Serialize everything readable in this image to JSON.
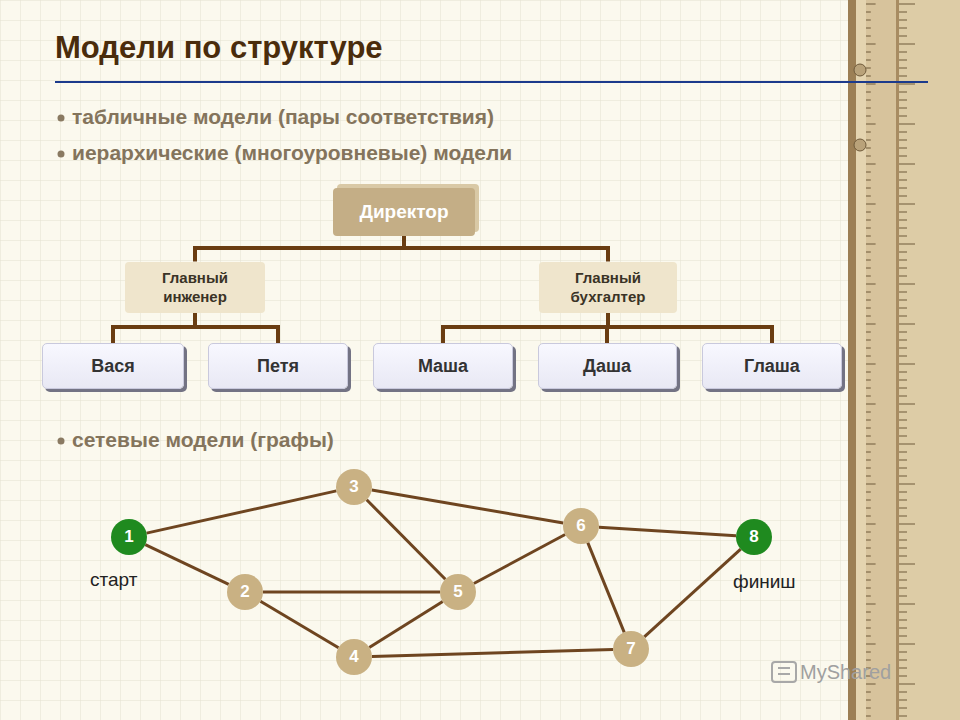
{
  "diagram": {
    "title": "Модели по структуре",
    "nodes": [
      {
        "text": [
          "Директор"
        ]
      },
      {
        "text": [
          "Главный инженер"
        ]
      },
      {
        "text": [
          "Главный бухгалтер"
        ]
      },
      {
        "text": [
          "Вася"
        ]
      },
      {
        "text": [
          "Петя"
        ]
      },
      {
        "text": [
          "Маша"
        ]
      },
      {
        "text": [
          "Даша"
        ]
      },
      {
        "text": [
          "Глаша"
        ]
      },
      {
        "text": [
          "1"
        ]
      },
      {
        "text": [
          "3"
        ]
      },
      {
        "text": [
          "6"
        ]
      },
      {
        "text": [
          "8"
        ]
      },
      {
        "text": [
          "2"
        ]
      },
      {
        "text": [
          "5"
        ]
      },
      {
        "text": [
          "4"
        ]
      },
      {
        "text": [
          "7"
        ]
      }
    ],
    "edges": [
      {
        "from": 0,
        "to": 1,
        "arrow": "none"
      },
      {
        "from": 0,
        "to": 2,
        "arrow": "none"
      },
      {
        "from": 1,
        "to": 3,
        "arrow": "none"
      },
      {
        "from": 1,
        "to": 4,
        "arrow": "none"
      },
      {
        "from": 2,
        "to": 5,
        "arrow": "none"
      },
      {
        "from": 2,
        "to": 6,
        "arrow": "none"
      },
      {
        "from": 2,
        "to": 7,
        "arrow": "none"
      },
      {
        "from": 8,
        "to": 9,
        "arrow": "none"
      },
      {
        "from": 8,
        "to": 12,
        "arrow": "none"
      },
      {
        "from": 9,
        "to": 10,
        "arrow": "none"
      },
      {
        "from": 9,
        "to": 13,
        "arrow": "none"
      },
      {
        "from": 12,
        "to": 13,
        "arrow": "none"
      },
      {
        "from": 12,
        "to": 14,
        "arrow": "none"
      },
      {
        "from": 14,
        "to": 13,
        "arrow": "none"
      },
      {
        "from": 13,
        "to": 10,
        "arrow": "none"
      },
      {
        "from": 10,
        "to": 11,
        "arrow": "none"
      },
      {
        "from": 10,
        "to": 15,
        "arrow": "none"
      },
      {
        "from": 14,
        "to": 15,
        "arrow": "none"
      },
      {
        "from": 15,
        "to": 11,
        "arrow": "none"
      }
    ],
    "labels": [
      "табличные модели (пары соответствия)",
      "иерархические (многоуровневые) модели",
      "сетевые модели (графы)",
      "старт",
      "финиш",
      "MyShared"
    ]
  }
}
